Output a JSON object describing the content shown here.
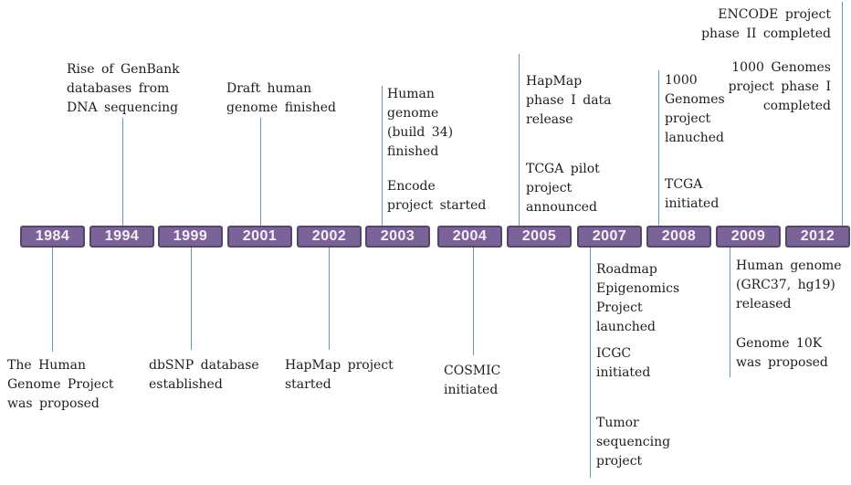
{
  "figure": {
    "kind": "timeline-diagram",
    "subject": "Genomics project milestones timeline"
  },
  "colors": {
    "background": "#ffffff",
    "year_box_fill": "#7b6399",
    "year_box_border": "#544669",
    "year_text": "#f3f1f7",
    "connector_line": "#6597ad",
    "annotation_text": "#1d1d1d"
  },
  "timeline": {
    "years": [
      "1984",
      "1994",
      "1999",
      "2001",
      "2002",
      "2003",
      "2004",
      "2005",
      "2007",
      "2008",
      "2009",
      "2012"
    ]
  },
  "annotations": {
    "above": [
      {
        "year": "1994",
        "text_lines": [
          "Rise of GenBank",
          "databases from",
          "DNA sequencing"
        ]
      },
      {
        "year": "2001",
        "text_lines": [
          "Draft human",
          "genome finished"
        ]
      },
      {
        "year": "2003",
        "text_lines": [
          "Human",
          "genome",
          "(build 34)",
          "finished"
        ]
      },
      {
        "year": "2003",
        "text_lines": [
          "Encode",
          "project started"
        ]
      },
      {
        "year": "2005",
        "text_lines": [
          "HapMap",
          "phase I data",
          "release"
        ]
      },
      {
        "year": "2005",
        "text_lines": [
          "TCGA pilot",
          "project",
          "announced"
        ]
      },
      {
        "year": "2008",
        "text_lines": [
          "1000",
          "Genomes",
          "project",
          "lanuched"
        ]
      },
      {
        "year": "2008",
        "text_lines": [
          "TCGA",
          "initiated"
        ]
      },
      {
        "year": "2012",
        "text_lines": [
          "ENCODE project",
          "phase II completed"
        ]
      },
      {
        "year": "2012",
        "text_lines": [
          "1000 Genomes",
          "project phase I",
          "completed"
        ]
      }
    ],
    "below": [
      {
        "year": "1984",
        "text_lines": [
          "The Human",
          "Genome Project",
          "was proposed"
        ]
      },
      {
        "year": "1999",
        "text_lines": [
          "dbSNP database",
          "established"
        ]
      },
      {
        "year": "2002",
        "text_lines": [
          "HapMap project",
          "started"
        ]
      },
      {
        "year": "2004",
        "text_lines": [
          "COSMIC",
          "initiated"
        ]
      },
      {
        "year": "2007",
        "text_lines": [
          "Roadmap",
          "Epigenomics",
          "Project",
          "launched"
        ]
      },
      {
        "year": "2007",
        "text_lines": [
          "ICGC",
          "initiated"
        ]
      },
      {
        "year": "2007",
        "text_lines": [
          "Tumor",
          "sequencing",
          "project"
        ]
      },
      {
        "year": "2009",
        "text_lines": [
          "Human genome",
          "(GRC37, hg19)",
          "released"
        ]
      },
      {
        "year": "2009",
        "text_lines": [
          "Genome 10K",
          "was proposed"
        ]
      }
    ]
  }
}
